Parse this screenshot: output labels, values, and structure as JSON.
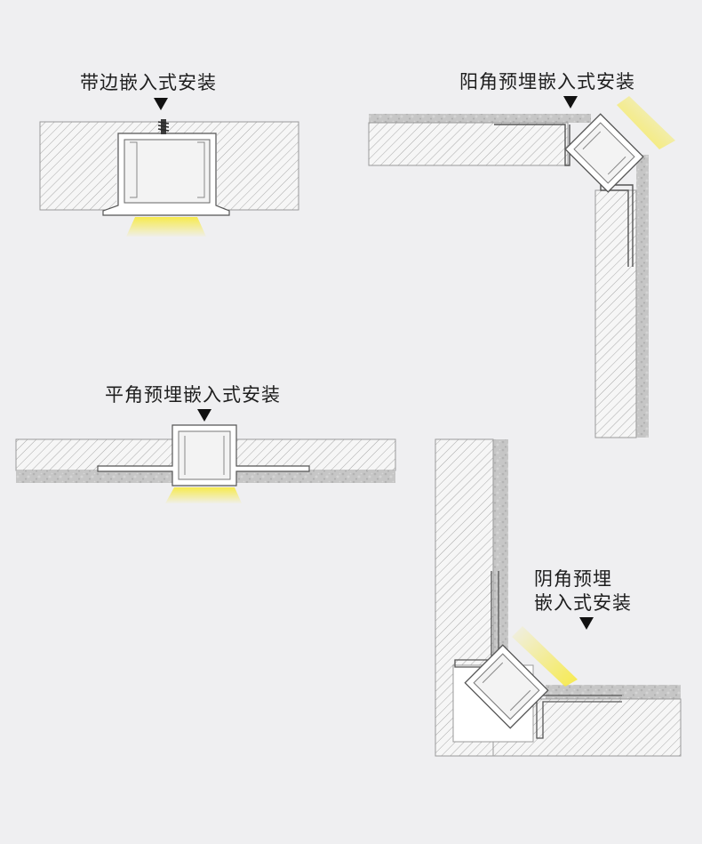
{
  "labels": {
    "edge_embedded": "带边嵌入式安装",
    "outer_corner": "阳角预埋嵌入式安装",
    "flat_corner": "平角预埋嵌入式安装",
    "inner_corner_line1": "阴角预埋",
    "inner_corner_line2": "嵌入式安装"
  },
  "icons": [
    "down-triangle-icon",
    "screw-icon"
  ],
  "colors": {
    "background": "#efeff1",
    "hatch_fill": "#f6f6f6",
    "hatch_line": "#a8a8a8",
    "plaster": "#c4c4c4",
    "profile_stroke": "#555555",
    "light_glow": "#f5e63a",
    "arrow": "#111111"
  }
}
